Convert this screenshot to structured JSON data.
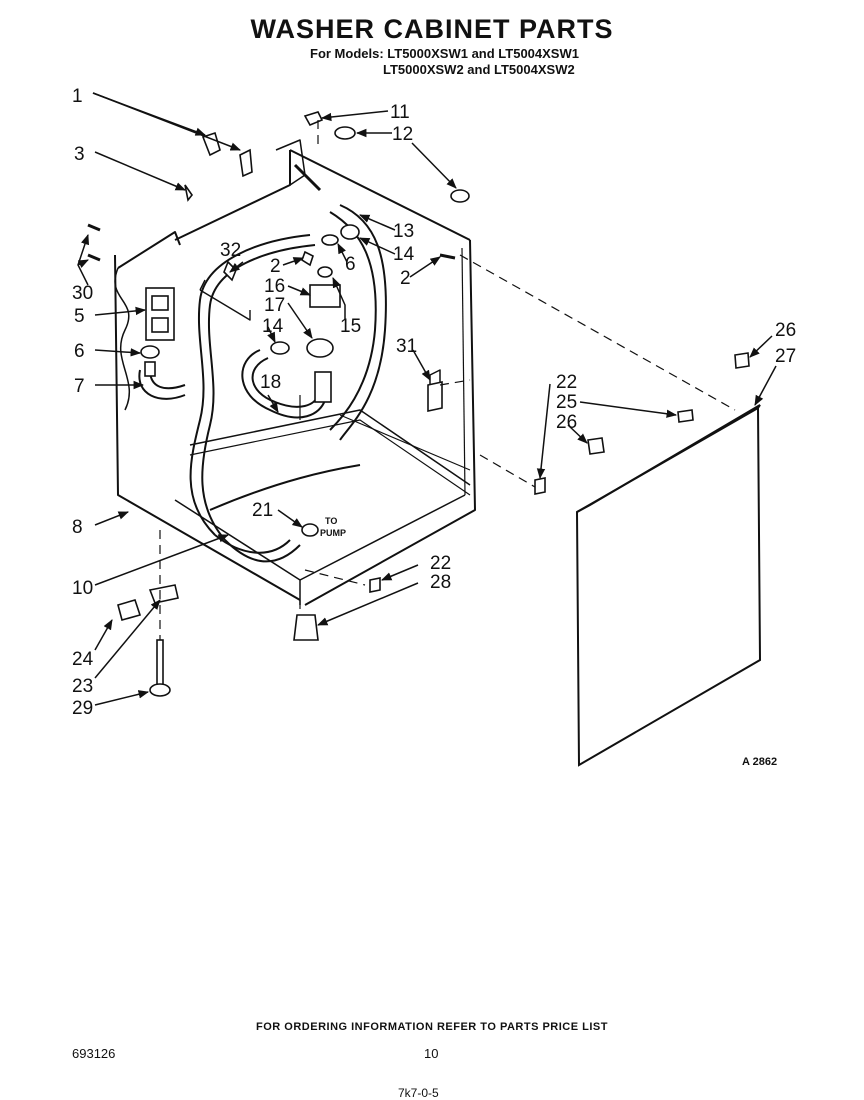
{
  "header": {
    "title": "WASHER CABINET PARTS",
    "models_line1": "For Models: LT5000XSW1 and LT5004XSW1",
    "models_line2": "LT5000XSW2 and LT5004XSW2"
  },
  "diagram": {
    "figure_ref": "A 2862",
    "to_pump_label_1": "TO",
    "to_pump_label_2": "PUMP",
    "callouts": {
      "c1": "1",
      "c3": "3",
      "c30": "30",
      "c5": "5",
      "c6a": "6",
      "c7": "7",
      "c8": "8",
      "c10": "10",
      "c24": "24",
      "c23": "23",
      "c29": "29",
      "c11": "11",
      "c12": "12",
      "c13": "13",
      "c14a": "14",
      "c6b": "6",
      "c2a": "2",
      "c2b": "2",
      "c32": "32",
      "c16": "16",
      "c17": "17",
      "c15": "15",
      "c14b": "14",
      "c18": "18",
      "c31": "31",
      "c21": "21",
      "c22a": "22",
      "c28": "28",
      "c22b": "22",
      "c25": "25",
      "c26a": "26",
      "c26b": "26",
      "c27": "27"
    }
  },
  "footer": {
    "note": "FOR ORDERING INFORMATION REFER TO PARTS PRICE LIST",
    "doc_number": "693126",
    "page_number": "10",
    "stamp": "7k7-0-5"
  }
}
